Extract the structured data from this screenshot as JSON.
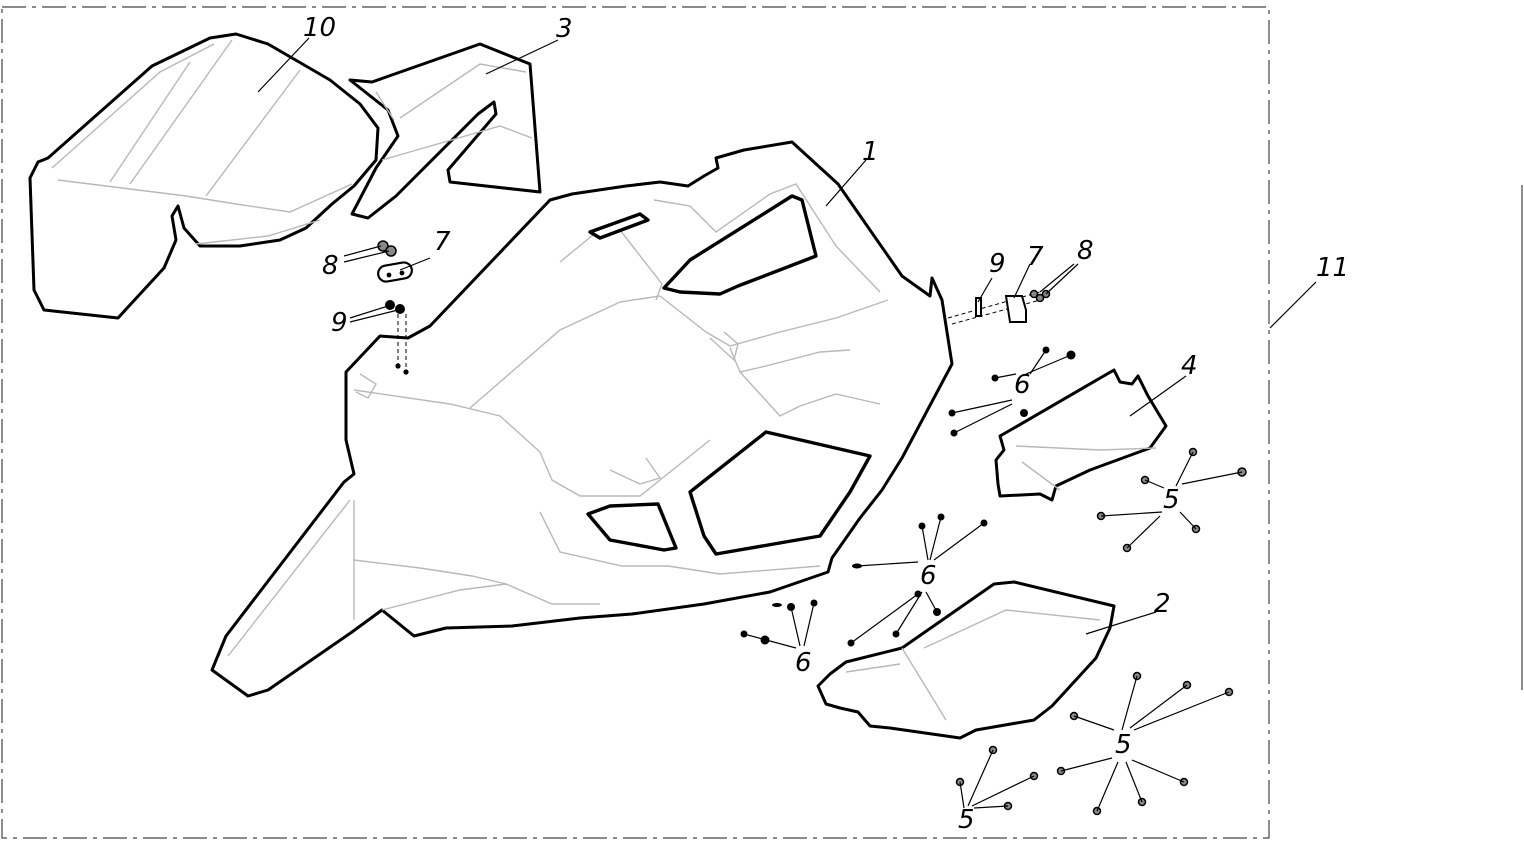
{
  "callouts": {
    "c1": "1",
    "c2": "2",
    "c3": "3",
    "c4": "4",
    "c5a": "5",
    "c5b": "5",
    "c5c": "5",
    "c6a": "6",
    "c6b": "6",
    "c6c": "6",
    "c7a": "7",
    "c7b": "7",
    "c8a": "8",
    "c8b": "8",
    "c9a": "9",
    "c9b": "9",
    "c10": "10",
    "c11": "11"
  }
}
